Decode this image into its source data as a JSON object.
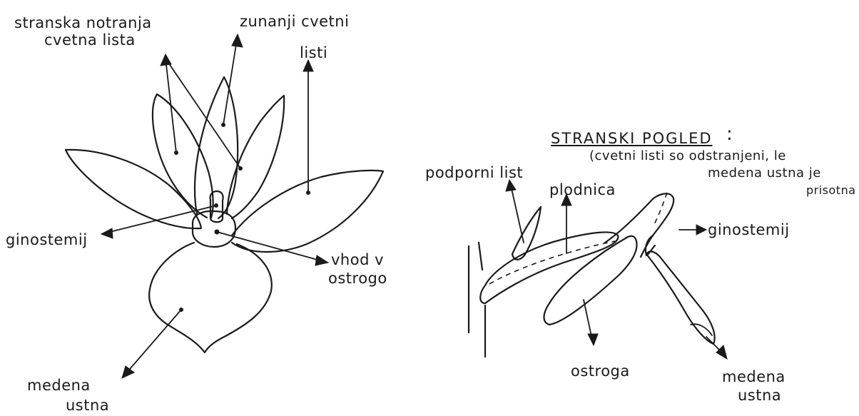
{
  "front_view": {
    "labels": {
      "stranska_line1": "stranska notranja",
      "stranska_line2": "cvetna lista",
      "zunanji_line1": "zunanji cvetni",
      "zunanji_line2": "listi",
      "ginostemij": "ginostemij",
      "vhod_line1": "vhod v",
      "vhod_line2": "ostrogo",
      "medena_line1": "medena",
      "medena_line2": "ustna"
    }
  },
  "side_view": {
    "title": "STRANSKI POGLED",
    "title_colon": ":",
    "note_line1": "(cvetni listi so odstranjeni, le",
    "note_line2": "medena ustna je",
    "note_line3": "prisotna",
    "labels": {
      "podporni_list": "podporni list",
      "plodnica": "plodnica",
      "ginostemij": "ginostemij",
      "ostroga": "ostroga",
      "medena_line1": "medena",
      "medena_line2": "ustna"
    }
  }
}
